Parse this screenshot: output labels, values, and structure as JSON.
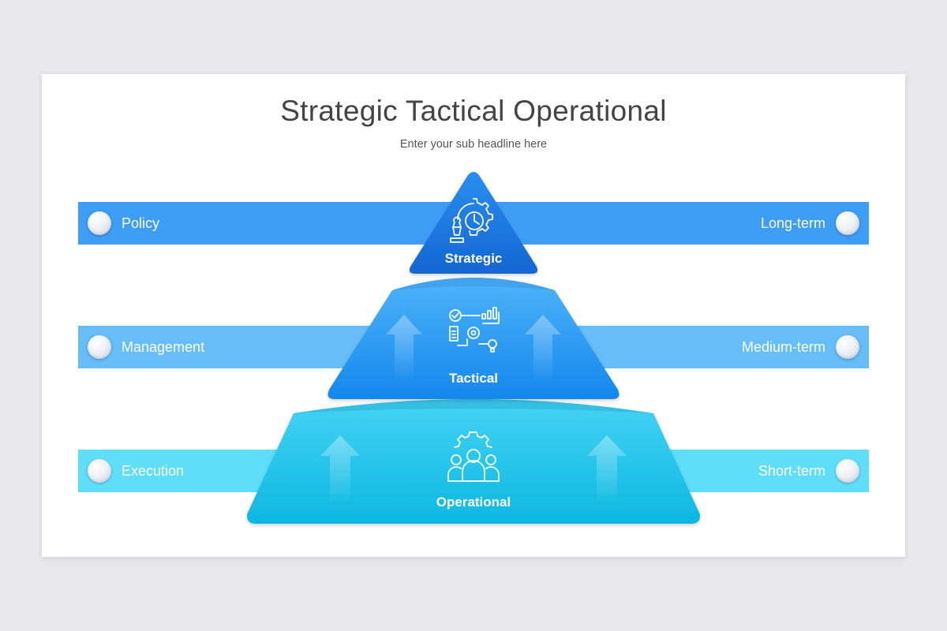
{
  "slide": {
    "title": "Strategic Tactical Operational",
    "subtitle": "Enter your sub headline here"
  },
  "bands": [
    {
      "left_label": "Policy",
      "right_label": "Long-term",
      "color": "#3e9df5"
    },
    {
      "left_label": "Management",
      "right_label": "Medium-term",
      "color": "#66bdf7"
    },
    {
      "left_label": "Execution",
      "right_label": "Short-term",
      "color": "#5fdef9"
    }
  ],
  "pyramid": {
    "tiers": [
      {
        "label": "Strategic",
        "icon": "gear-chess-icon",
        "color_top": "#2a8ef0",
        "color_bottom": "#1466d2"
      },
      {
        "label": "Tactical",
        "icon": "process-checklist-icon",
        "color_top": "#4db4fa",
        "color_bottom": "#1487ec"
      },
      {
        "label": "Operational",
        "icon": "team-gear-icon",
        "color_top": "#45d3f5",
        "color_bottom": "#0cb8e0"
      }
    ]
  }
}
